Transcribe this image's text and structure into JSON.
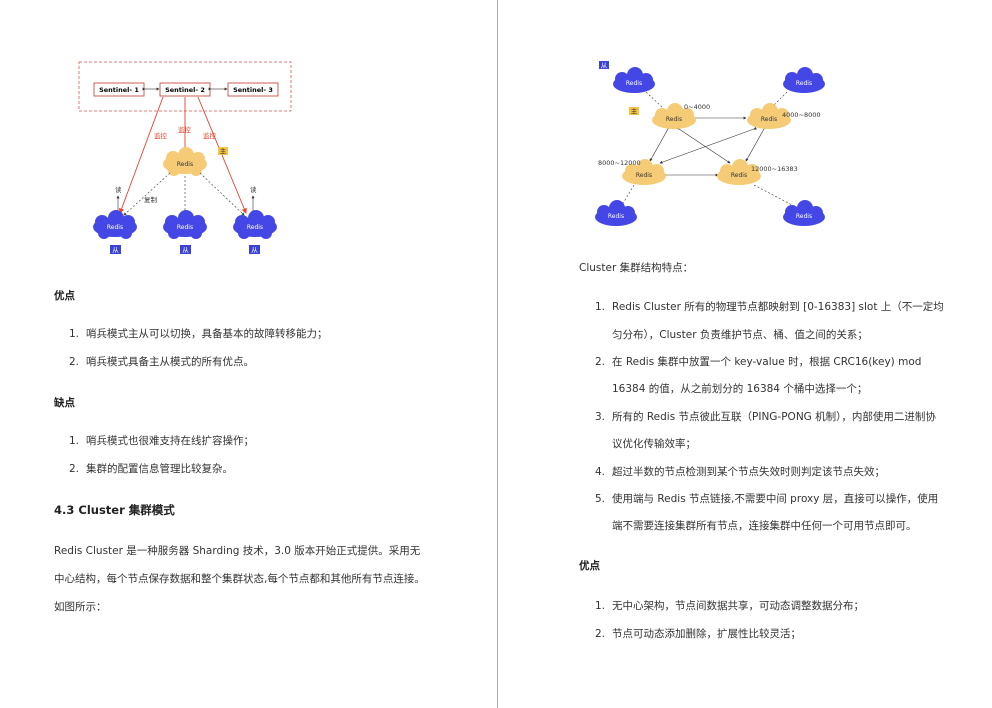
{
  "left": {
    "figure": {
      "sentinels": [
        "Sentinel- 1",
        "Sentinel- 2",
        "Sentinel- 3"
      ],
      "monitor_label": "监控",
      "master_tag": "主",
      "master_node": "Redis",
      "read_label": "读",
      "replicate_label": "复制",
      "slave_nodes": [
        "Redis",
        "Redis",
        "Redis"
      ],
      "slave_tag": "从"
    },
    "advantages": {
      "heading": "优点",
      "items": [
        "哨兵模式主从可以切换，具备基本的故障转移能力；",
        "哨兵模式具备主从模式的所有优点。"
      ]
    },
    "disadvantages": {
      "heading": "缺点",
      "items": [
        "哨兵模式也很难支持在线扩容操作；",
        "集群的配置信息管理比较复杂。"
      ]
    },
    "section": {
      "title": "4.3 Cluster 集群模式",
      "paragraph_lines": [
        "Redis Cluster 是一种服务器 Sharding 技术，3.0 版本开始正式提供。采用无",
        "中心结构，每个节点保存数据和整个集群状态,每个节点都和其他所有节点连接。",
        "如图所示："
      ]
    }
  },
  "right": {
    "figure": {
      "slave_tag": "从",
      "master_tag": "主",
      "node_label": "Redis",
      "ranges": [
        "0~4000",
        "4000~8000",
        "8000~12000",
        "12000~16383"
      ]
    },
    "features_title": "Cluster 集群结构特点：",
    "features": [
      {
        "num": "1.",
        "lines": [
          "Redis Cluster 所有的物理节点都映射到 [0-16383] slot 上（不一定均",
          "匀分布），Cluster 负责维护节点、桶、值之间的关系；"
        ]
      },
      {
        "num": "2.",
        "lines": [
          "在 Redis 集群中放置一个 key-value 时，根据 CRC16(key) mod",
          "16384 的值，从之前划分的 16384 个桶中选择一个；"
        ]
      },
      {
        "num": "3.",
        "lines": [
          "所有的 Redis 节点彼此互联（PING-PONG 机制），内部使用二进制协",
          "议优化传输效率；"
        ]
      },
      {
        "num": "4.",
        "lines": [
          "超过半数的节点检测到某个节点失效时则判定该节点失效；"
        ]
      },
      {
        "num": "5.",
        "lines": [
          "使用端与 Redis 节点链接,不需要中间 proxy 层，直接可以操作，使用",
          "端不需要连接集群所有节点，连接集群中任何一个可用节点即可。"
        ]
      }
    ],
    "advantages": {
      "heading": "优点",
      "items": [
        "无中心架构，节点间数据共享，可动态调整数据分布；",
        "节点可动态添加删除，扩展性比较灵活；"
      ]
    }
  },
  "colors": {
    "sentinel_border": "#d9534f",
    "arrow_red": "#e8412c",
    "cloud_orange": "#f6cb76",
    "cloud_blue": "#4447e6",
    "tag_blue": "#3b42d6",
    "tag_yellow": "#f5c242"
  }
}
